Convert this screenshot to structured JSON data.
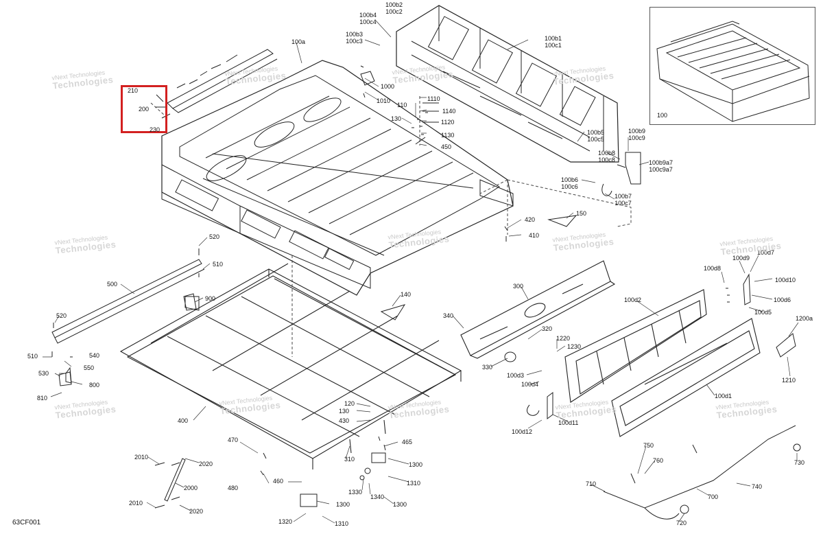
{
  "diagram": {
    "code": "63CF001",
    "inset_label": "100",
    "highlight_color": "#d32020",
    "callouts": {
      "c100b4": [
        "100b4",
        "100c4"
      ],
      "c100b2": [
        "100b2",
        "100c2"
      ],
      "c100b3": [
        "100b3",
        "100c3"
      ],
      "c100b1": [
        "100b1",
        "100c1"
      ],
      "c100b5": [
        "100b5",
        "100c5"
      ],
      "c100b8": [
        "100b8",
        "100c8"
      ],
      "c100b9": [
        "100b9",
        "100c9"
      ],
      "c100b9a7": [
        "100b9a7",
        "100c9a7"
      ],
      "c100b6": [
        "100b6",
        "100c6"
      ],
      "c100b7": [
        "100b7",
        "100c7"
      ],
      "single": {
        "p100a": "100a",
        "p210": "210",
        "p200": "200",
        "p230": "230",
        "p1000": "1000",
        "p1010": "1010",
        "p110": "110",
        "p1110": "1110",
        "p1140": "1140",
        "p130a": "130",
        "p1120": "1120",
        "p1130": "1130",
        "p450": "450",
        "p420": "420",
        "p410": "410",
        "p150": "150",
        "p520a": "520",
        "p510a": "510",
        "p500": "500",
        "p900": "900",
        "p520b": "520",
        "p510b": "510",
        "p540": "540",
        "p550": "550",
        "p530": "530",
        "p800": "800",
        "p810": "810",
        "p400": "400",
        "p140": "140",
        "p300": "300",
        "p340": "340",
        "p320": "320",
        "p330": "330",
        "p1220": "1220",
        "p1230": "1230",
        "p100d3": "100d3",
        "p100d4": "100d4",
        "p100d2": "100d2",
        "p100d8": "100d8",
        "p100d9": "100d9",
        "p100d7": "100d7",
        "p100d10": "100d10",
        "p100d6": "100d6",
        "p100d5": "100d5",
        "p1200a": "1200a",
        "p1210": "1210",
        "p100d1": "100d1",
        "p100d12": "100d12",
        "p100d11": "100d11",
        "p120": "120",
        "p130b": "130",
        "p430": "430",
        "p470": "470",
        "p465": "465",
        "p310": "310",
        "p480": "480",
        "p460": "460",
        "p1300a": "1300",
        "p1310a": "1310",
        "p1330": "1330",
        "p1340": "1340",
        "p1300b": "1300",
        "p1300c": "1300",
        "p1320": "1320",
        "p1310b": "1310",
        "p2010a": "2010",
        "p2020a": "2020",
        "p2000": "2000",
        "p2010b": "2010",
        "p2020b": "2020",
        "p750": "750",
        "p760": "760",
        "p730": "730",
        "p710": "710",
        "p700": "700",
        "p740": "740",
        "p720": "720"
      }
    },
    "watermark": {
      "line1": "vNext Technologies",
      "line2": "Technologies"
    }
  }
}
